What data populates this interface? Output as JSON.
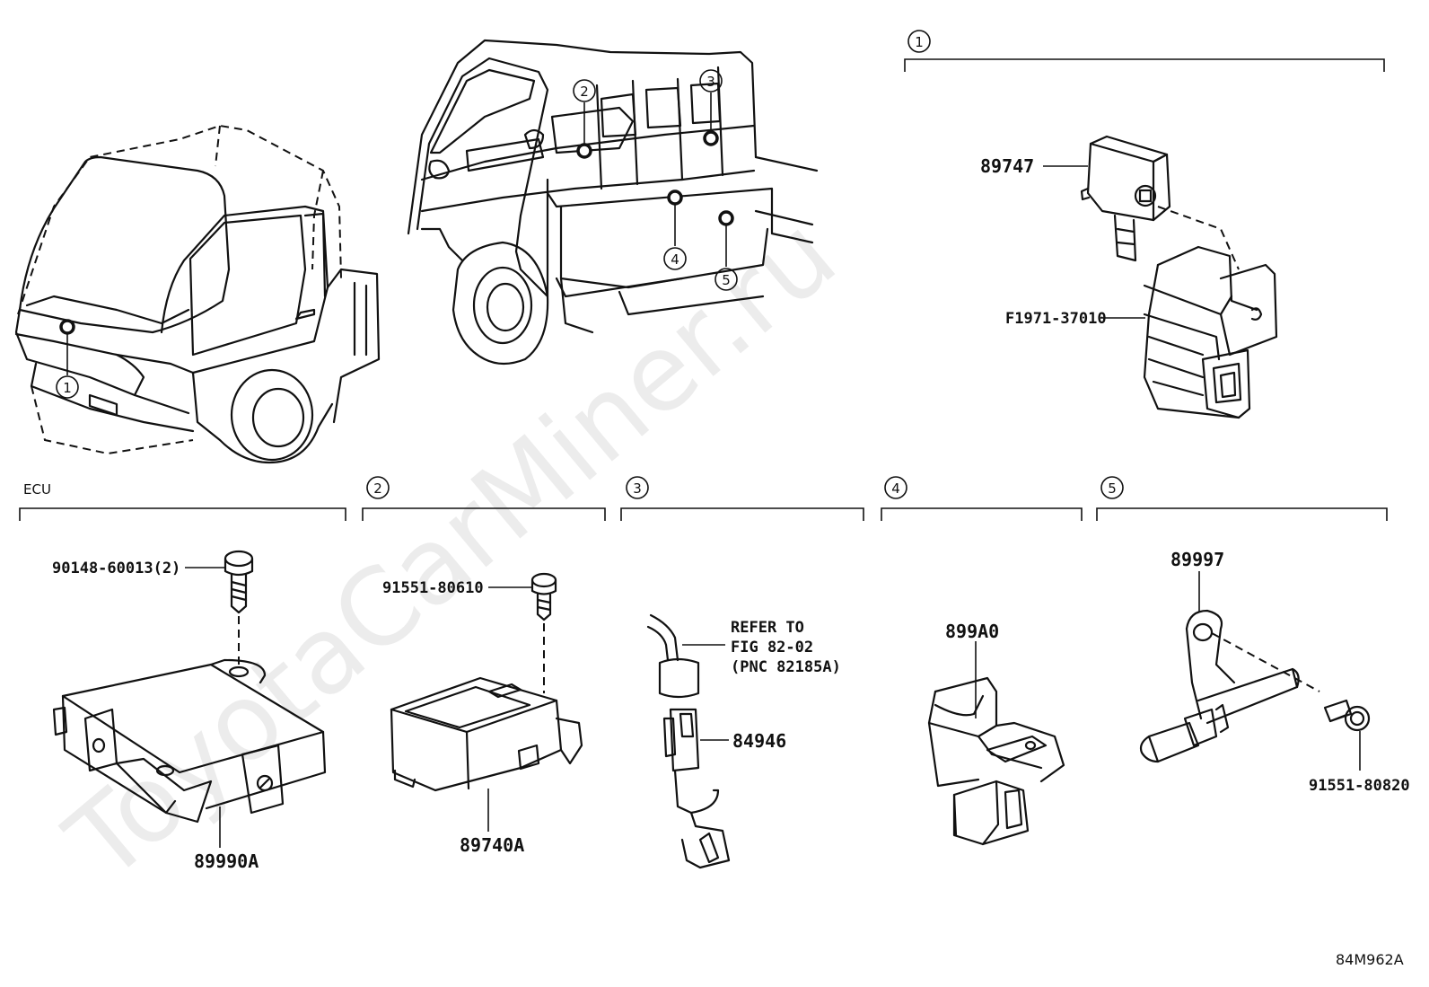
{
  "diagram": {
    "watermark": "ToyotaCarMiner.ru",
    "figure_ref": "84M962A",
    "section_ecu_label": "ECU",
    "callouts": [
      "1",
      "2",
      "3",
      "4",
      "5"
    ],
    "parts": {
      "p89747": "89747",
      "pF1971": "F1971-37010",
      "p90148": "90148-60013(2)",
      "p89990A": "89990A",
      "p91551_80610": "91551-80610",
      "p89740A": "89740A",
      "p84946": "84946",
      "p899A0": "899A0",
      "p89997": "89997",
      "p91551_80820": "91551-80820"
    },
    "refer_note": [
      "REFER TO",
      "FIG 82-02",
      "(PNC 82185A)"
    ]
  }
}
